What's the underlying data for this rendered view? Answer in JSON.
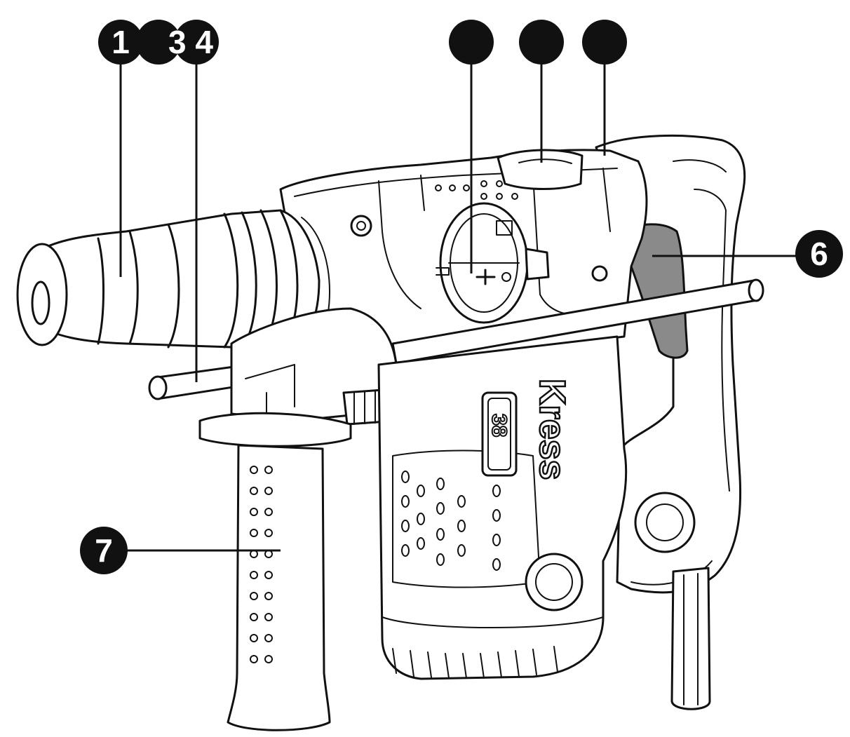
{
  "diagram": {
    "brand_text": "Kress",
    "model_text": "38",
    "callouts": [
      {
        "id": "1",
        "text": "1"
      },
      {
        "id": "2",
        "text": ""
      },
      {
        "id": "3",
        "text": "3"
      },
      {
        "id": "4",
        "text": "4"
      },
      {
        "id": "5a",
        "text": ""
      },
      {
        "id": "5b",
        "text": ""
      },
      {
        "id": "5c",
        "text": ""
      },
      {
        "id": "6",
        "text": "6"
      },
      {
        "id": "7",
        "text": "7"
      }
    ],
    "overlay_label": "3 4"
  }
}
